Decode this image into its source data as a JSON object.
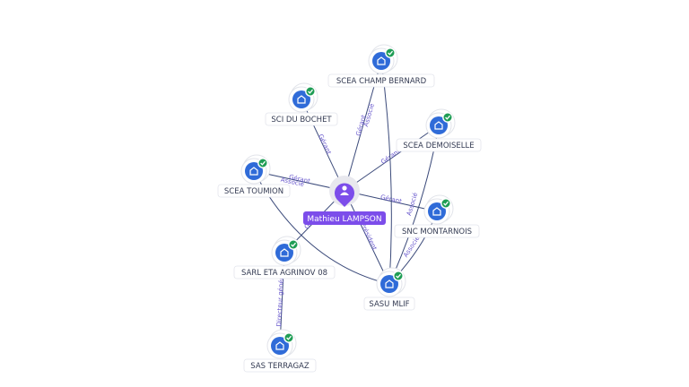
{
  "center": {
    "id": "person",
    "label": "Mathieu LAMPSON",
    "icon": "person-icon"
  },
  "nodes": [
    {
      "id": "champ",
      "label": "SCEA CHAMP BERNARD",
      "icon": "company-building-icon",
      "verified": true
    },
    {
      "id": "bochet",
      "label": "SCI DU BOCHET",
      "icon": "company-building-icon",
      "verified": true
    },
    {
      "id": "demoiselle",
      "label": "SCEA DEMOISELLE",
      "icon": "company-building-icon",
      "verified": true
    },
    {
      "id": "toumion",
      "label": "SCEA TOUMION",
      "icon": "company-building-icon",
      "verified": true
    },
    {
      "id": "montarnois",
      "label": "SNC MONTARNOIS",
      "icon": "company-building-icon",
      "verified": true
    },
    {
      "id": "agrinov",
      "label": "SARL ETA AGRINOV 08",
      "icon": "company-building-icon",
      "verified": true
    },
    {
      "id": "mlif",
      "label": "SASU MLIF",
      "icon": "company-building-icon",
      "verified": true
    },
    {
      "id": "terragaz",
      "label": "SAS TERRAGAZ",
      "icon": "company-building-icon",
      "verified": true
    }
  ],
  "edges": [
    {
      "from": "person",
      "to": "champ",
      "labels": [
        "Gérant",
        "Associé"
      ]
    },
    {
      "from": "person",
      "to": "bochet",
      "labels": [
        "Gérant"
      ]
    },
    {
      "from": "person",
      "to": "demoiselle",
      "labels": [
        "Gérant"
      ]
    },
    {
      "from": "person",
      "to": "toumion",
      "labels": [
        "Gérant",
        "Associé"
      ]
    },
    {
      "from": "person",
      "to": "montarnois",
      "labels": [
        "Gérant"
      ]
    },
    {
      "from": "person",
      "to": "agrinov",
      "labels": [
        "Gérant"
      ]
    },
    {
      "from": "person",
      "to": "mlif",
      "labels": [
        "Président"
      ]
    },
    {
      "from": "agrinov",
      "to": "terragaz",
      "labels": [
        "Directeur général"
      ]
    },
    {
      "from": "champ",
      "to": "mlif",
      "labels": []
    },
    {
      "from": "demoiselle",
      "to": "mlif",
      "labels": [
        "Associé"
      ]
    },
    {
      "from": "montarnois",
      "to": "mlif",
      "labels": [
        "Associé"
      ]
    },
    {
      "from": "toumion",
      "to": "mlif",
      "labels": []
    }
  ],
  "colors": {
    "center_accent": "#7c4dea",
    "node_fill": "#2f6bd8",
    "verified_badge": "#1f9d55",
    "edge": "#3b4a7a",
    "edge_label": "#6a5acd"
  }
}
